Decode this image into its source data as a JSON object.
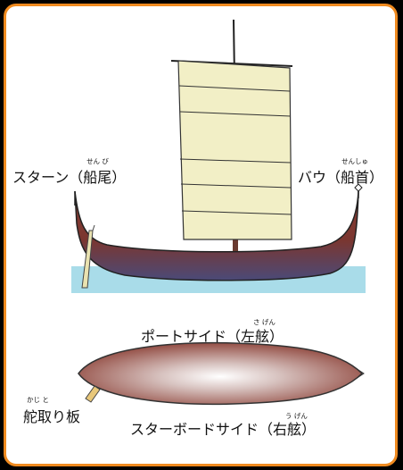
{
  "labels": {
    "stern": {
      "main": "スターン（船尾）",
      "ruby": "せん び"
    },
    "bow": {
      "main": "バウ（船首）",
      "ruby": "せんしゅ"
    },
    "port": {
      "main": "ポートサイド（左舷）",
      "ruby": "さ げん"
    },
    "starboard": {
      "main": "スターボードサイド（右舷）",
      "ruby": "う げん"
    },
    "rudder": {
      "main": "舵取り板",
      "ruby": "かじ と"
    }
  },
  "colors": {
    "frame": "#ef8a1f",
    "background": "#000000",
    "hull": "#8a3d33",
    "sail": "#f2efc6",
    "water": "#a9dce9"
  }
}
